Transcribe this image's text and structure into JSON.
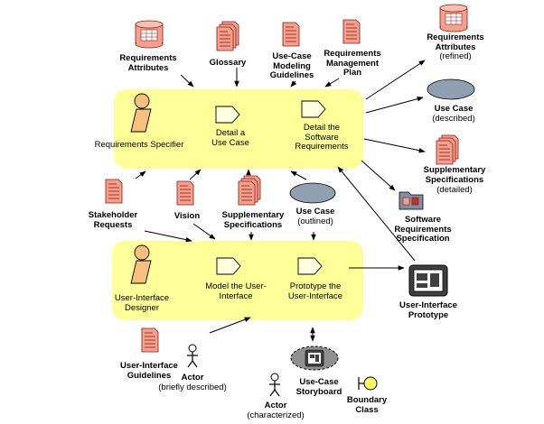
{
  "colors": {
    "panel_fill": "#ffff99",
    "doc_fill": "#f4a08c",
    "doc_line": "#8b1a1a",
    "actor_fill": "#f7c07c",
    "ellipse_fill": "#90a0b0",
    "activity_fill": "#ffffe0",
    "boundary_fill": "#ffff66",
    "prototype_fill": "#404040"
  },
  "top_panel": {
    "worker": "Requirements Specifier",
    "activity_detail_use_case": "Detail a Use Case",
    "activity_detail_software": "Detail the Software Requirements"
  },
  "bottom_panel": {
    "worker": "User-Interface Designer",
    "activity_model_ui": "Model the User-Interface",
    "activity_prototype_ui": "Prototype the User-Interface"
  },
  "inputs_top": {
    "requirements_attributes": "Requirements Attributes",
    "glossary": "Glossary",
    "use_case_modeling_guidelines": "Use-Case Modeling Guidelines",
    "requirements_management_plan": "Requirements Management Plan"
  },
  "outputs_top": {
    "requirements_attributes_name": "Requirements Attributes",
    "requirements_attributes_state": "(refined)",
    "use_case_name": "Use Case",
    "use_case_state": "(described)",
    "supplementary_name": "Supplementary Specifications",
    "supplementary_state": "(detailed)",
    "srs": "Software Requirements Specification"
  },
  "middle": {
    "stakeholder_requests": "Stakeholder Requests",
    "vision": "Vision",
    "supplementary_specifications": "Supplementary Specifications",
    "use_case_name": "Use Case",
    "use_case_state": "(outlined)"
  },
  "bottom": {
    "ui_prototype": "User-Interface Prototype",
    "ui_guidelines": "User-Interface Guidelines",
    "actor_brief_name": "Actor",
    "actor_brief_state": "(briefly described)",
    "actor_char_name": "Actor",
    "actor_char_state": "(characterized)",
    "storyboard": "Use-Case Storyboard",
    "boundary_class": "Boundary Class"
  }
}
